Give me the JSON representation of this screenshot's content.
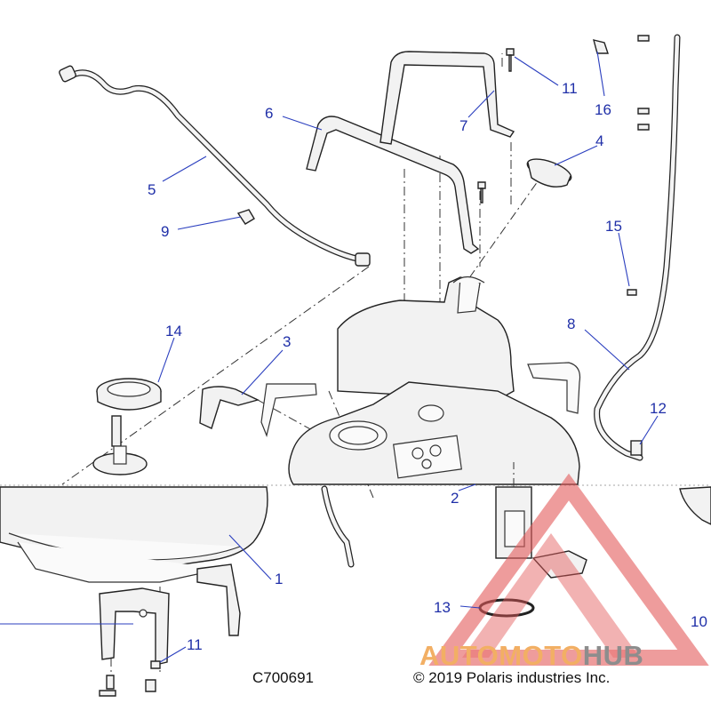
{
  "diagram_id": "C700691",
  "copyright": "© 2019 Polaris industries Inc.",
  "callouts": [
    {
      "id": "c1",
      "label": "1"
    },
    {
      "id": "c2",
      "label": "2"
    },
    {
      "id": "c3",
      "label": "3"
    },
    {
      "id": "c4",
      "label": "4"
    },
    {
      "id": "c5",
      "label": "5"
    },
    {
      "id": "c6",
      "label": "6"
    },
    {
      "id": "c7",
      "label": "7"
    },
    {
      "id": "c8",
      "label": "8"
    },
    {
      "id": "c9",
      "label": "9"
    },
    {
      "id": "c10",
      "label": "10"
    },
    {
      "id": "c11a",
      "label": "11"
    },
    {
      "id": "c11b",
      "label": "11"
    },
    {
      "id": "c12",
      "label": "12"
    },
    {
      "id": "c13",
      "label": "13"
    },
    {
      "id": "c14",
      "label": "14"
    },
    {
      "id": "c15",
      "label": "15"
    },
    {
      "id": "c16",
      "label": "16"
    }
  ],
  "watermark": {
    "part1": "AUTOMOTO",
    "part2": "HUB",
    "colors": {
      "orange": "#f0a24a",
      "gray": "#7a7a7a",
      "red": "#e45a5a"
    }
  },
  "colors": {
    "callout": "#1f2fa8",
    "line": "#222222"
  }
}
